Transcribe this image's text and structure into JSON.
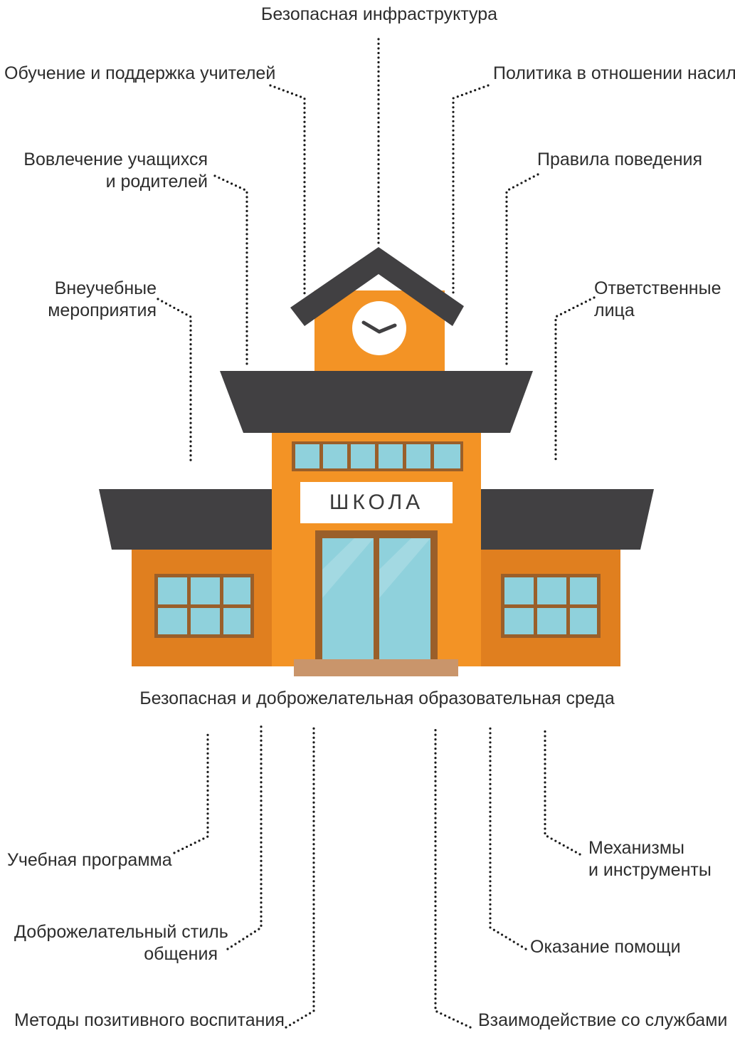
{
  "building": {
    "sign": "ШКОЛА"
  },
  "center_label": "Безопасная и доброжелательная образовательная среда",
  "top_labels": {
    "infrastructure": [
      "Безопасная инфраструктура"
    ],
    "teachers": [
      "Обучение и поддержка учителей"
    ],
    "violence_policy": [
      "Политика в отношении насилия"
    ],
    "involvement": [
      "Вовлечение учащихся",
      "и родителей"
    ],
    "rules": [
      "Правила поведения"
    ],
    "extracurricular": [
      "Внеучебные",
      "мероприятия"
    ],
    "responsible": [
      "Ответственные",
      "лица"
    ]
  },
  "bottom_labels": {
    "curriculum": [
      "Учебная программа"
    ],
    "friendly_style": [
      "Доброжелательный стиль",
      "общения"
    ],
    "positive_methods": [
      "Методы позитивного воспитания"
    ],
    "mechanisms": [
      "Механизмы",
      "и инструменты"
    ],
    "assistance": [
      "Оказание помощи"
    ],
    "services": [
      "Взаимодействие со службами"
    ]
  },
  "colors": {
    "roof": "#414042",
    "wall_main": "#f39325",
    "wall_side": "#e07f1f",
    "glass": "#8fd1dc",
    "frame": "#9a5f2a",
    "step": "#c9956b",
    "leader": "#1a1a1a"
  },
  "icons": {
    "clock": "clock-icon"
  }
}
